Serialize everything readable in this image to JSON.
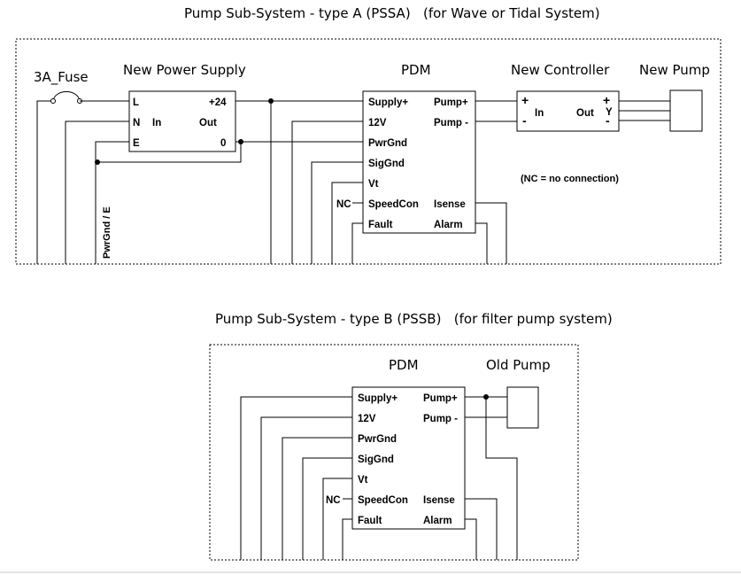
{
  "pssa": {
    "title": "Pump Sub-System - type A (PSSA)   (for Wave or Tidal System)",
    "fuse_label": "3A_Fuse",
    "power_supply": {
      "title": "New Power Supply",
      "pin_l": "L",
      "pin_n": "N",
      "pin_e": "E",
      "in_label": "In",
      "out_label": "Out",
      "pin_plus24": "+24",
      "pin_zero": "0"
    },
    "pdm": {
      "title": "PDM",
      "left_pins": [
        "Supply+",
        "12V",
        "PwrGnd",
        "SigGnd",
        "Vt",
        "SpeedCon",
        "Fault"
      ],
      "right_pins": [
        "Pump+",
        "Pump -",
        "Isense",
        "Alarm"
      ],
      "nc_label": "NC"
    },
    "controller": {
      "title": "New Controller",
      "plus": "+",
      "minus": "-",
      "in_label": "In",
      "out_label": "Out",
      "out_plus": "+",
      "out_y": "Y",
      "out_minus": "-"
    },
    "pump_title": "New Pump",
    "nc_note": "(NC = no connection)",
    "pwrgnd_label": "PwrGnd / E"
  },
  "pssb": {
    "title": "Pump Sub-System - type B (PSSB)   (for filter pump system)",
    "pdm": {
      "title": "PDM",
      "left_pins": [
        "Supply+",
        "12V",
        "PwrGnd",
        "SigGnd",
        "Vt",
        "SpeedCon",
        "Fault"
      ],
      "right_pins": [
        "Pump+",
        "Pump -",
        "Isense",
        "Alarm"
      ],
      "nc_label": "NC"
    },
    "pump_title": "Old Pump"
  }
}
